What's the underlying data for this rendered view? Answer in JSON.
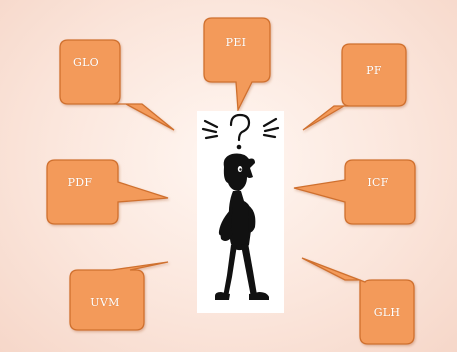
{
  "theme": {
    "bubble_fill": "#f39a5a",
    "bubble_stroke": "#cf6f2e",
    "background": "#fbe9e0"
  },
  "bubbles": [
    {
      "id": "glo",
      "label": "GLO"
    },
    {
      "id": "pei",
      "label": "PEI"
    },
    {
      "id": "pf",
      "label": "PF"
    },
    {
      "id": "pdf",
      "label": "PDF"
    },
    {
      "id": "icf",
      "label": "ICF"
    },
    {
      "id": "uvm",
      "label": "UVM"
    },
    {
      "id": "glh",
      "label": "GLH"
    }
  ],
  "center_figure": {
    "icon": "confused-person-icon"
  }
}
